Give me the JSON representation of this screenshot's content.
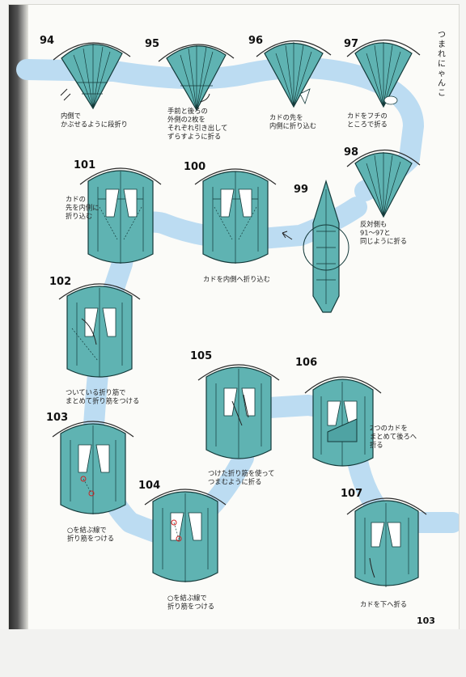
{
  "title": "つまれにゃんこ",
  "page_number": "103",
  "colors": {
    "paper": "#5fb3b2",
    "ribbon": "#bcdcf2",
    "outline": "#143a3a"
  },
  "steps": [
    {
      "num": "94",
      "note": [
        "内側で",
        "かぶせるように段折り"
      ]
    },
    {
      "num": "95",
      "note": [
        "手前と後ろの",
        "外側の2枚を",
        "それぞれ引き出して",
        "ずらすように折る"
      ]
    },
    {
      "num": "96",
      "note": [
        "カドの先を",
        "内側に折り込む"
      ]
    },
    {
      "num": "97",
      "note": [
        "カドをフチの",
        "ところで折る"
      ]
    },
    {
      "num": "98",
      "note": [
        "反対側も",
        "91～97と",
        "同じように折る"
      ]
    },
    {
      "num": "99",
      "note": []
    },
    {
      "num": "100",
      "note": [
        "カドを内側へ折り込む"
      ]
    },
    {
      "num": "101",
      "note": [
        "カドの",
        "先を内側に",
        "折り込む"
      ]
    },
    {
      "num": "102",
      "note": [
        "ついている折り筋で",
        "まとめて折り筋をつける"
      ]
    },
    {
      "num": "103",
      "note": [
        "○を結ぶ線で",
        "折り筋をつける"
      ]
    },
    {
      "num": "104",
      "note": [
        "○を結ぶ線で",
        "折り筋をつける"
      ]
    },
    {
      "num": "105",
      "note": [
        "つけた折り筋を使って",
        "つまむように折る"
      ]
    },
    {
      "num": "106",
      "note": [
        "2つのカドを",
        "まとめて後ろへ",
        "折る"
      ]
    },
    {
      "num": "107",
      "note": [
        "カドを下へ折る"
      ]
    }
  ]
}
